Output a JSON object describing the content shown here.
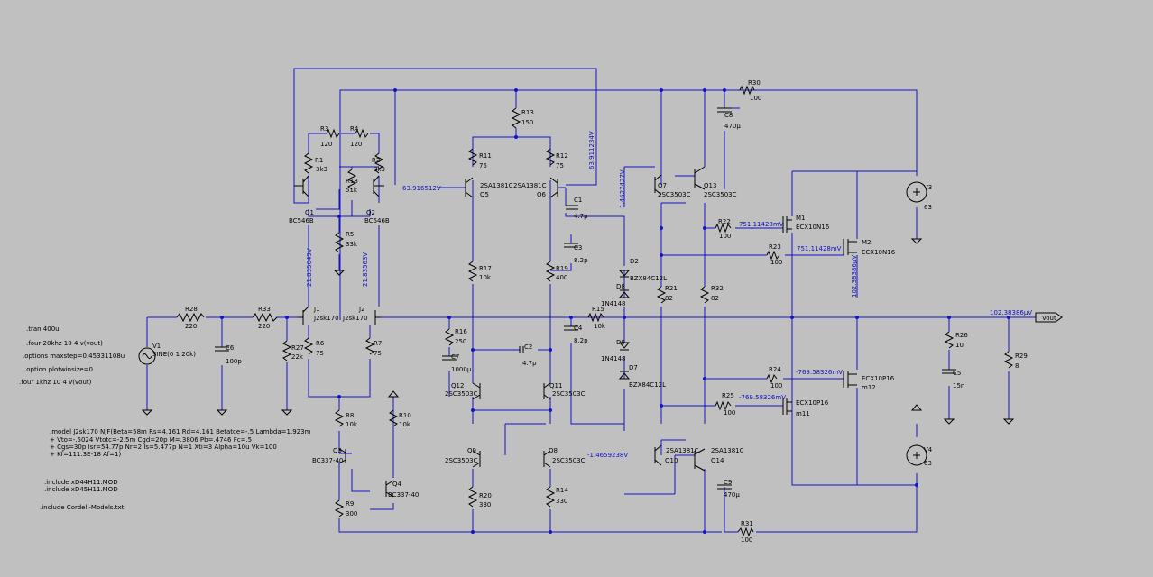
{
  "colors": {
    "background": "#c0c0c0",
    "wire": "#1414c8",
    "component": "#000000",
    "net_label": "#1010c0"
  },
  "directives": [
    ".tran 400u",
    ".four 20khz 10 4 v(vout)",
    ".options maxstep=0.45331108u",
    ".option plotwinsize=0",
    ".four 1khz 10 4 v(vout)"
  ],
  "model_text": [
    ".model J2sk170 NJF(Beta=58m Rs=4.161 Rd=4.161 Betatce=-.5 Lambda=1.923m",
    "+ Vto=-.5024 Vtotc=-2.5m Cgd=20p M=.3806 Pb=.4746 Fc=.5",
    "+ Cgs=30p Isr=54.77p Nr=2 Is=5.477p N=1 Xti=3 Alpha=10u Vk=100",
    "+ Kf=111.3E-18 Af=1)"
  ],
  "includes": [
    ".include xD44H11.MOD",
    ".include xD45H11.MOD",
    ".include Cordell-Models.txt"
  ],
  "components": {
    "R1": {
      "name": "R1",
      "value": "3k3"
    },
    "R2": {
      "name": "R2",
      "value": "3k3"
    },
    "R3": {
      "name": "R3",
      "value": "120"
    },
    "R4": {
      "name": "R4",
      "value": "120"
    },
    "R5": {
      "name": "R5",
      "value": "33k"
    },
    "R6": {
      "name": "R6",
      "value": "75"
    },
    "R7": {
      "name": "R7",
      "value": "75"
    },
    "R8": {
      "name": "R8",
      "value": "10k"
    },
    "R9": {
      "name": "R9",
      "value": "300"
    },
    "R10": {
      "name": "R10",
      "value": "10k"
    },
    "R11": {
      "name": "R11",
      "value": "75"
    },
    "R12": {
      "name": "R12",
      "value": "75"
    },
    "R13": {
      "name": "R13",
      "value": "150"
    },
    "R14": {
      "name": "R14",
      "value": "330"
    },
    "R15": {
      "name": "R15",
      "value": "10k"
    },
    "R16": {
      "name": "R16",
      "value": "250"
    },
    "R17": {
      "name": "R17",
      "value": "10k"
    },
    "R18": {
      "name": "R18",
      "value": "51k"
    },
    "R19": {
      "name": "R19",
      "value": "400"
    },
    "R20": {
      "name": "R20",
      "value": "330"
    },
    "R21": {
      "name": "R21",
      "value": "82"
    },
    "R22": {
      "name": "R22",
      "value": "100"
    },
    "R23": {
      "name": "R23",
      "value": "100"
    },
    "R24": {
      "name": "R24",
      "value": "100"
    },
    "R25": {
      "name": "R25",
      "value": "100"
    },
    "R26": {
      "name": "R26",
      "value": "10"
    },
    "R27": {
      "name": "R27",
      "value": "22k"
    },
    "R28": {
      "name": "R28",
      "value": "220"
    },
    "R29": {
      "name": "R29",
      "value": "8"
    },
    "R30": {
      "name": "R30",
      "value": "100"
    },
    "R31": {
      "name": "R31",
      "value": "100"
    },
    "R32": {
      "name": "R32",
      "value": "82"
    },
    "R33": {
      "name": "R33",
      "value": "220"
    },
    "C1": {
      "name": "C1",
      "value": "4.7p"
    },
    "C2": {
      "name": "C2",
      "value": "4.7p"
    },
    "C3": {
      "name": "C3",
      "value": "8.2p"
    },
    "C4": {
      "name": "C4",
      "value": "8.2p"
    },
    "C5": {
      "name": "C5",
      "value": "15n"
    },
    "C6": {
      "name": "C6",
      "value": "100p"
    },
    "C7": {
      "name": "C7",
      "value": "1000µ"
    },
    "C8": {
      "name": "C8",
      "value": "470µ"
    },
    "C9": {
      "name": "C9",
      "value": "470µ"
    },
    "Q1": {
      "name": "Q1",
      "value": "BC546B"
    },
    "Q2": {
      "name": "Q2",
      "value": "BC546B"
    },
    "Q3": {
      "name": "Q3",
      "value": "BC337-40"
    },
    "Q4": {
      "name": "Q4",
      "value": "BC337-40"
    },
    "Q5": {
      "name": "Q5",
      "value": "2SA1381C"
    },
    "Q6": {
      "name": "Q6",
      "value": "2SA1381C"
    },
    "Q7": {
      "name": "Q7",
      "value": "2SC3503C"
    },
    "Q8": {
      "name": "Q8",
      "value": "2SC3503C"
    },
    "Q9": {
      "name": "Q9",
      "value": "2SC3503C"
    },
    "Q10": {
      "name": "Q10",
      "value": "2SA1381C"
    },
    "Q11": {
      "name": "Q11",
      "value": "2SC3503C"
    },
    "Q12": {
      "name": "Q12",
      "value": "2SC3503C"
    },
    "Q13": {
      "name": "Q13",
      "value": "2SC3503C"
    },
    "Q14": {
      "name": "Q14",
      "value": "2SA1381C"
    },
    "J1": {
      "name": "J1",
      "value": "J2sk170"
    },
    "J2": {
      "name": "J2",
      "value": "J2sk170"
    },
    "M1": {
      "name": "M1",
      "value": "ECX10N16"
    },
    "M2": {
      "name": "M2",
      "value": "ECX10N16"
    },
    "M11": {
      "name": "m11",
      "value": "ECX10P16"
    },
    "M12": {
      "name": "m12",
      "value": "ECX10P16"
    },
    "D2": {
      "name": "D2",
      "value": "BZX84C12L"
    },
    "D7": {
      "name": "D7",
      "value": "BZX84C12L"
    },
    "D8": {
      "name": "D8",
      "value": "1N4148"
    },
    "D9": {
      "name": "D9",
      "value": "1N4148"
    },
    "V1": {
      "name": "V1",
      "value": "SINE(0 1 20k)"
    },
    "V3": {
      "name": "V3",
      "value": "63"
    },
    "V4": {
      "name": "V4",
      "value": "63"
    }
  },
  "net_labels": {
    "n1": "63.916512V",
    "n2": "63.911234V",
    "n3": "21.835649V",
    "n4": "21.83563V",
    "n5": "1.4627427V",
    "n6": "-1.4659238V",
    "n7": "751.11428mV",
    "n8": "751.11428mV",
    "n9": "102.38386µV",
    "n10": "102.38386µV",
    "n11": "-769.58326mV",
    "n12": "-769.58326mV"
  },
  "output_label": "Vout"
}
